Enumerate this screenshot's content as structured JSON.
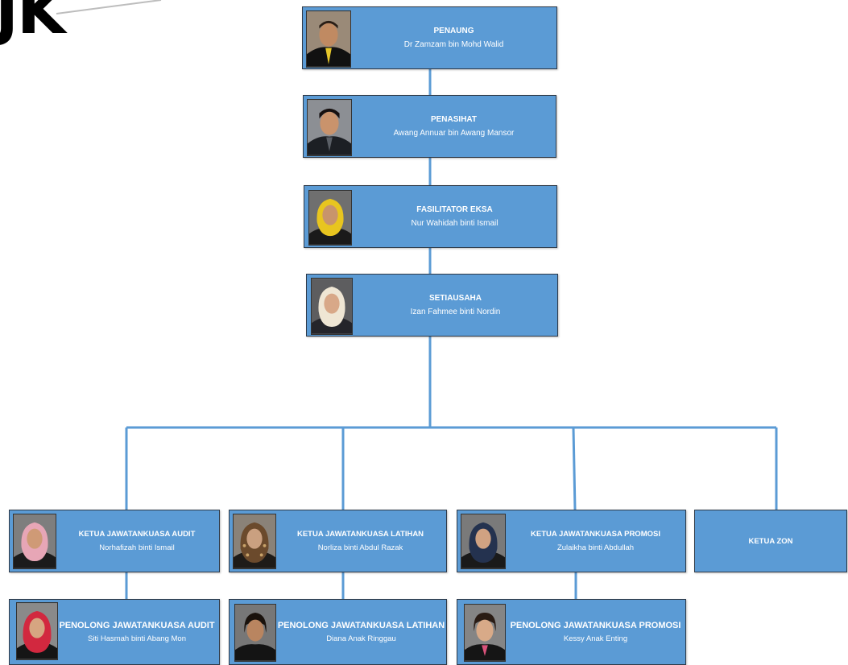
{
  "header": {
    "title": "JK"
  },
  "colors": {
    "box": "#5b9bd5",
    "line": "#5b9bd5",
    "border": "#2f3a48"
  },
  "nodes": [
    {
      "role": "PENAUNG",
      "name": "Dr Zamzam bin Mohd Walid",
      "photo": "man-yellow-tie-icon"
    },
    {
      "role": "PENASIHAT",
      "name": "Awang Annuar bin Awang Mansor",
      "photo": "man-suit-icon"
    },
    {
      "role": "FASILITATOR EKSA",
      "name": "Nur Wahidah binti Ismail",
      "photo": "woman-yellow-hijab-icon"
    },
    {
      "role": "SETIAUSAHA",
      "name": "Izan Fahmee binti Nordin",
      "photo": "woman-cream-hijab-icon"
    },
    {
      "role": "KETUA JAWATANKUASA AUDIT",
      "name": "Norhafizah binti Ismail",
      "photo": "woman-pink-hijab-icon"
    },
    {
      "role": "KETUA JAWATANKUASA LATIHAN",
      "name": "Norliza binti Abdul Razak",
      "photo": "woman-patterned-hijab-icon"
    },
    {
      "role": "KETUA JAWATANKUASA PROMOSI",
      "name": "Zulaikha binti Abdullah",
      "photo": "woman-navy-hijab-icon"
    },
    {
      "role": "KETUA ZON",
      "name": "",
      "photo": ""
    },
    {
      "role": "PENOLONG JAWATANKUASA AUDIT",
      "name": "Siti Hasmah binti Abang Mon",
      "photo": "woman-red-hijab-icon"
    },
    {
      "role": "PENOLONG JAWATANKUASA LATIHAN",
      "name": "Diana Anak Ringgau",
      "photo": "woman-dark-hair-icon"
    },
    {
      "role": "PENOLONG JAWATANKUASA PROMOSI",
      "name": "Kessy Anak Enting",
      "photo": "woman-short-hair-icon"
    }
  ]
}
